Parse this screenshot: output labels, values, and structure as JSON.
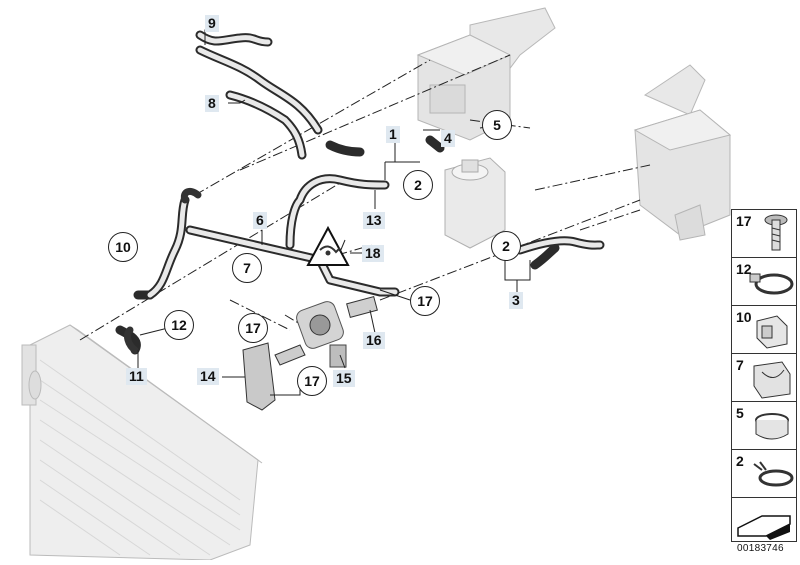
{
  "diagram": {
    "callouts": {
      "c1": "1",
      "c2a": "2",
      "c2b": "2",
      "c3": "3",
      "c4": "4",
      "c5": "5",
      "c6": "6",
      "c7": "7",
      "c8": "8",
      "c9": "9",
      "c10": "10",
      "c11": "11",
      "c12": "12",
      "c13": "13",
      "c14": "14",
      "c15": "15",
      "c16": "16",
      "c17a": "17",
      "c17b": "17",
      "c17c": "17",
      "c18": "18"
    },
    "legend": [
      {
        "num": "17",
        "icon": "bolt-icon"
      },
      {
        "num": "12",
        "icon": "hose-clamp-icon"
      },
      {
        "num": "10",
        "icon": "bracket-clip-icon"
      },
      {
        "num": "7",
        "icon": "saddle-clamp-icon"
      },
      {
        "num": "5",
        "icon": "band-clamp-icon"
      },
      {
        "num": "2",
        "icon": "spring-clamp-icon"
      },
      {
        "num": "",
        "icon": "arrow-direction-icon"
      }
    ],
    "doc_id": "00183746"
  }
}
